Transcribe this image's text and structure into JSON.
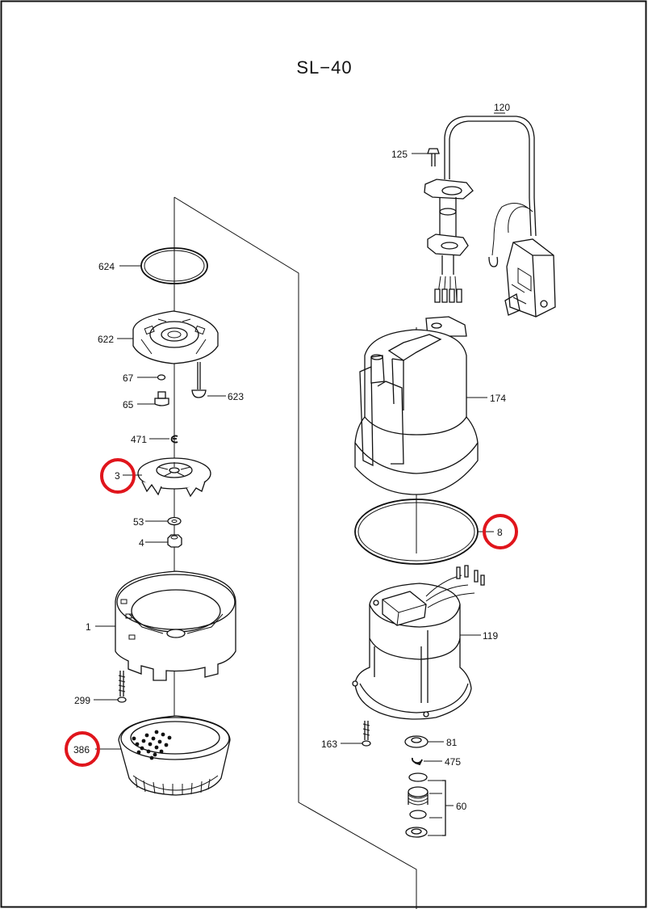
{
  "title": "SL−40",
  "parts": {
    "p120": "120",
    "p125": "125",
    "p624": "624",
    "p622": "622",
    "p67": "67",
    "p65": "65",
    "p623": "623",
    "p471": "471",
    "p3": "3",
    "p53": "53",
    "p4": "4",
    "p1": "1",
    "p299": "299",
    "p386": "386",
    "p174": "174",
    "p8": "8",
    "p119": "119",
    "p163": "163",
    "p81": "81",
    "p475": "475",
    "p60": "60"
  },
  "highlighted_parts": [
    "3",
    "8",
    "386"
  ],
  "colors": {
    "line": "#111111",
    "highlight": "#e0151c",
    "background": "#ffffff"
  }
}
